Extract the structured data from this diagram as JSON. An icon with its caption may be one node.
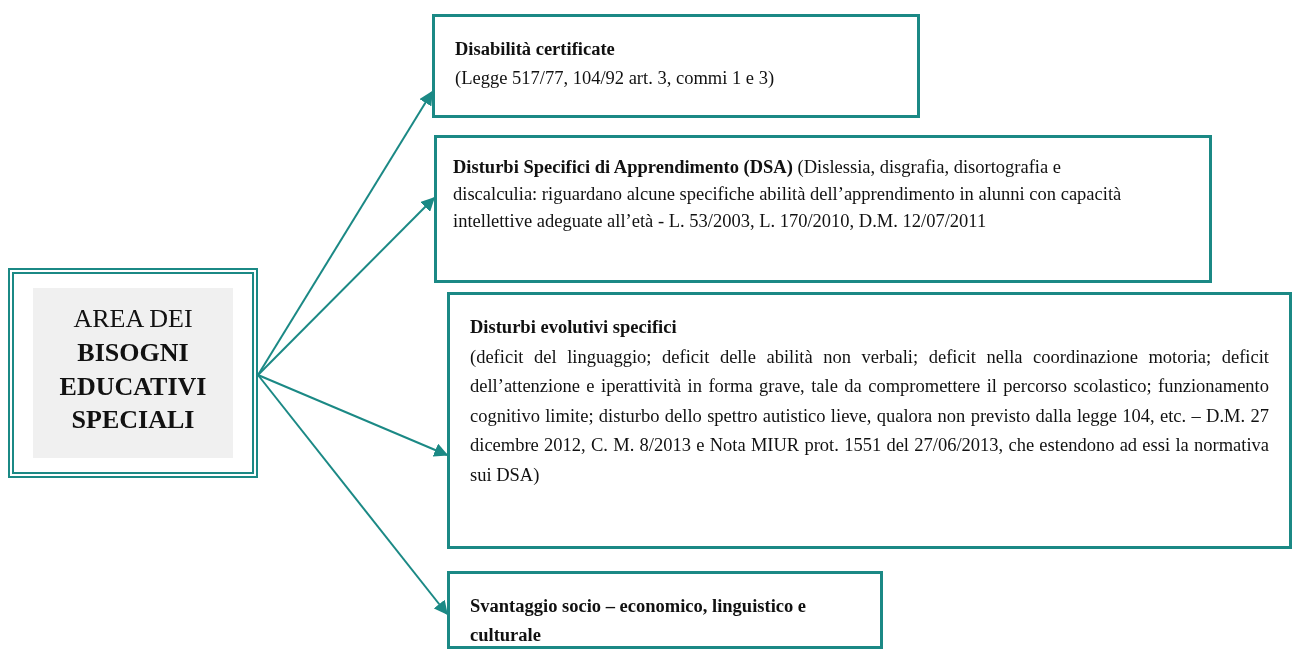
{
  "diagram": {
    "nodes": [
      {
        "text": [
          "AREA DEI **BISOGNI EDUCATIVI SPECIALI**"
        ]
      },
      {
        "text": [
          "Disabilità certificate",
          "(Legge 517/77, 104/92 art. 3, commi 1 e 3)"
        ]
      },
      {
        "text": [
          "**Disturbi Specifici di Apprendimento (DSA)** (Dislessia, disgrafia, disortografia e discalculia: riguardano alcune specifiche abilità dell’apprendimento in alunni con capacità intellettive adeguate all’età - L. 53/2003, L. 170/2010, D.M. 12/07/2011"
        ]
      },
      {
        "text": [
          "Disturbi evolutivi specifici",
          "(deficit del linguaggio; deficit delle abilità non verbali; deficit nella coordinazione motoria; deficit dell’attenzione e iperattività in forma grave, tale da compromettere il percorso scolastico; funzionamento cognitivo limite; disturbo dello spettro autistico lieve, qualora non previsto dalla legge 104, etc. – D.M. 27 dicembre 2012, C. M. 8/2013 e Nota MIUR prot. 1551 del 27/06/2013, che estendono ad essi la normativa sui DSA)"
        ]
      },
      {
        "text": [
          "Svantaggio socio – economico, linguistico e culturale"
        ]
      }
    ],
    "edges": [
      {
        "from": 0,
        "to": 1,
        "arrow": "to"
      },
      {
        "from": 0,
        "to": 2,
        "arrow": "to"
      },
      {
        "from": 0,
        "to": 3,
        "arrow": "to"
      },
      {
        "from": 0,
        "to": 4,
        "arrow": "to"
      }
    ]
  }
}
